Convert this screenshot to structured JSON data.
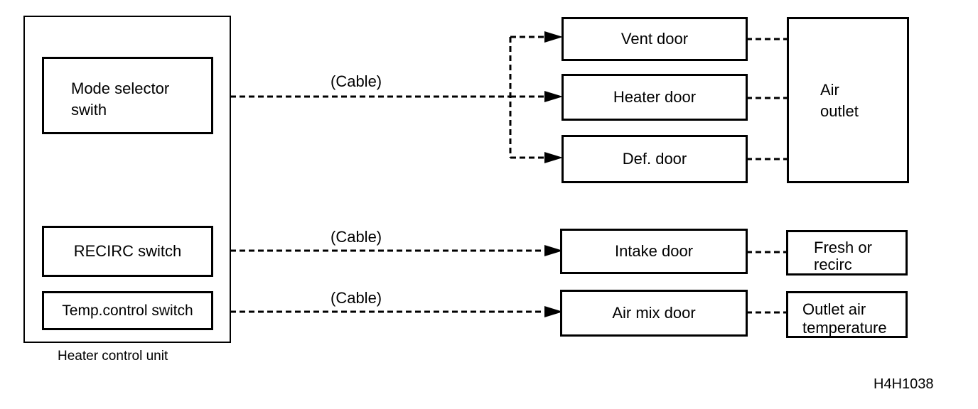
{
  "control_unit": {
    "caption": "Heater control unit",
    "switches": {
      "mode_selector": [
        "Mode selector",
        "swith"
      ],
      "recirc": "RECIRC switch",
      "temp_control": "Temp.control switch"
    }
  },
  "cable_labels": [
    "(Cable)",
    "(Cable)",
    "(Cable)"
  ],
  "doors": {
    "vent": "Vent door",
    "heater": "Heater door",
    "def": "Def. door",
    "intake": "Intake door",
    "air_mix": "Air mix door"
  },
  "outputs": {
    "air_outlet": [
      "Air",
      "outlet"
    ],
    "fresh_recirc": [
      "Fresh or",
      "recirc"
    ],
    "outlet_temp": [
      "Outlet air",
      "temperature"
    ]
  },
  "figure_code": "H4H1038"
}
